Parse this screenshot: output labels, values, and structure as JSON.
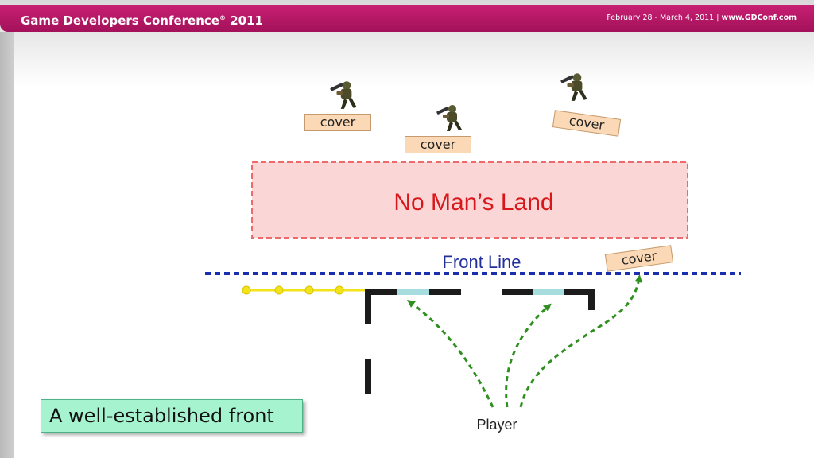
{
  "header": {
    "title": "Game Developers Conference",
    "title_mark": "®",
    "title_year": "2011",
    "date": "February 28 - March 4, 2011",
    "separator": "|",
    "url": "www.GDConf.com"
  },
  "diagram": {
    "no_mans_land": "No Man’s Land",
    "front_line": "Front Line",
    "player": "Player",
    "cover_labels": [
      "cover",
      "cover",
      "cover",
      "cover"
    ]
  },
  "caption": "A well-established front",
  "colors": {
    "header": "#b5186a",
    "no_mans_land_fill": "#fbd6d6",
    "no_mans_land_border": "#ef6a6a",
    "no_mans_land_text": "#d8171b",
    "front_line": "#1a2fb0",
    "front_line_text": "#23309c",
    "path_arrows": "#2f8f1f",
    "yellow_rail": "#f2e31a",
    "wall": "#1b1b1b",
    "window": "#a8dde0",
    "cover_fill": "#fbd9b6",
    "caption_fill": "#a6f3cf"
  },
  "icons": [
    "soldier-icon"
  ]
}
